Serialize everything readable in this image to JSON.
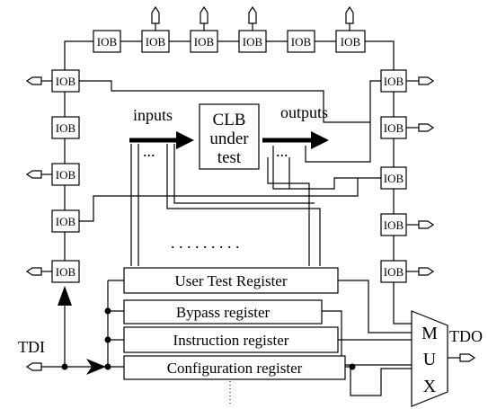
{
  "iob_label": "IOB",
  "clb": {
    "line1": "CLB",
    "line2": "under",
    "line3": "test"
  },
  "labels": {
    "inputs": "inputs",
    "outputs": "outputs",
    "tdi": "TDI",
    "tdo": "TDO",
    "ellipsis_left": "...",
    "ellipsis_right": "...",
    "dots_row": ". . . . . . . . ."
  },
  "registers": {
    "user_test": "User Test Register",
    "bypass": "Bypass register",
    "instruction": "Instruction register",
    "configuration": "Configuration register"
  },
  "mux": {
    "m": "M",
    "u": "U",
    "x": "X"
  }
}
